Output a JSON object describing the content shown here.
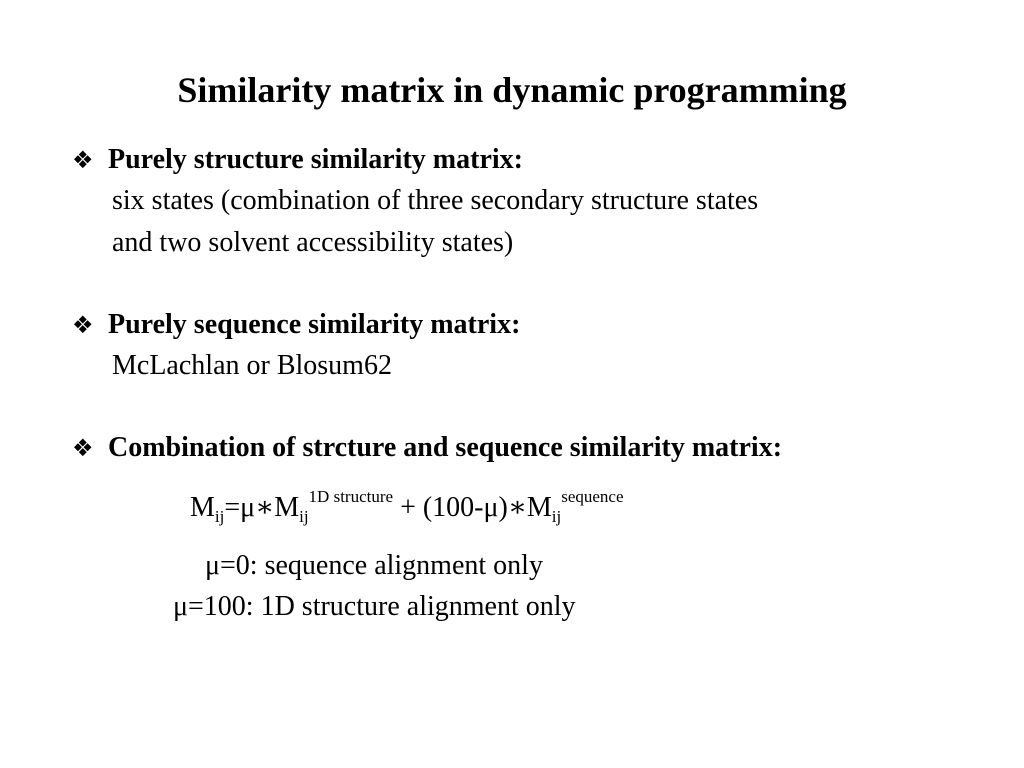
{
  "title": "Similarity matrix in dynamic programming",
  "bullet_glyph": "❖",
  "sections": [
    {
      "heading": "Purely structure similarity matrix:",
      "lines": [
        "six states (combination of three secondary structure states",
        "and two solvent accessibility states)"
      ]
    },
    {
      "heading": "Purely sequence similarity matrix:",
      "lines": [
        "McLachlan or Blosum62"
      ]
    },
    {
      "heading": "Combination of strcture and sequence similarity matrix:",
      "lines": []
    }
  ],
  "formula": {
    "lhs_base": "M",
    "lhs_sub": "ij",
    "eq_mu": "=μ∗M",
    "term1_sub": "ij",
    "term1_sup": "1D structure",
    "middle": " + (100-μ)∗M",
    "term2_sub": "ij",
    "term2_sup": "sequence"
  },
  "notes": [
    "μ=0: sequence alignment only",
    "μ=100: 1D structure alignment only"
  ]
}
